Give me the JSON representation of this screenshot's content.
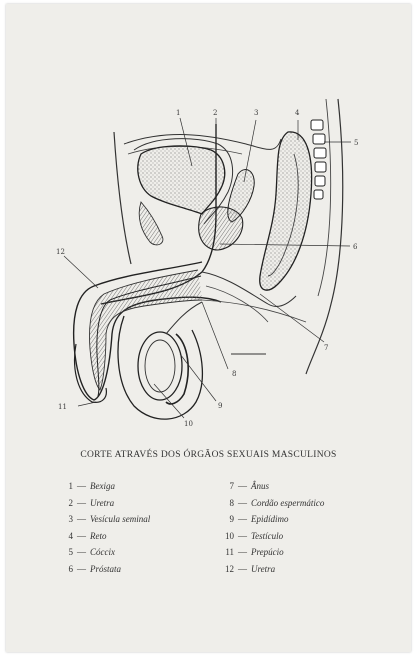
{
  "figure": {
    "labels": [
      "1",
      "2",
      "3",
      "4",
      "5",
      "6",
      "7",
      "8",
      "9",
      "10",
      "11",
      "12"
    ]
  },
  "caption": "CORTE ATRAVÉS DOS ÓRGÃOS SEXUAIS MASCULINOS",
  "legend": {
    "dash": "—",
    "col1": [
      {
        "num": "1",
        "term": "Bexiga"
      },
      {
        "num": "2",
        "term": "Uretra"
      },
      {
        "num": "3",
        "term": "Vesícula seminal"
      },
      {
        "num": "4",
        "term": "Reto"
      },
      {
        "num": "5",
        "term": "Cóccix"
      },
      {
        "num": "6",
        "term": "Próstata"
      }
    ],
    "col2": [
      {
        "num": "7",
        "term": "Ânus"
      },
      {
        "num": "8",
        "term": "Cordão espermático"
      },
      {
        "num": "9",
        "term": "Epidídimo"
      },
      {
        "num": "10",
        "term": "Testículo"
      },
      {
        "num": "11",
        "term": "Prepúcio"
      },
      {
        "num": "12",
        "term": "Uretra"
      }
    ]
  }
}
